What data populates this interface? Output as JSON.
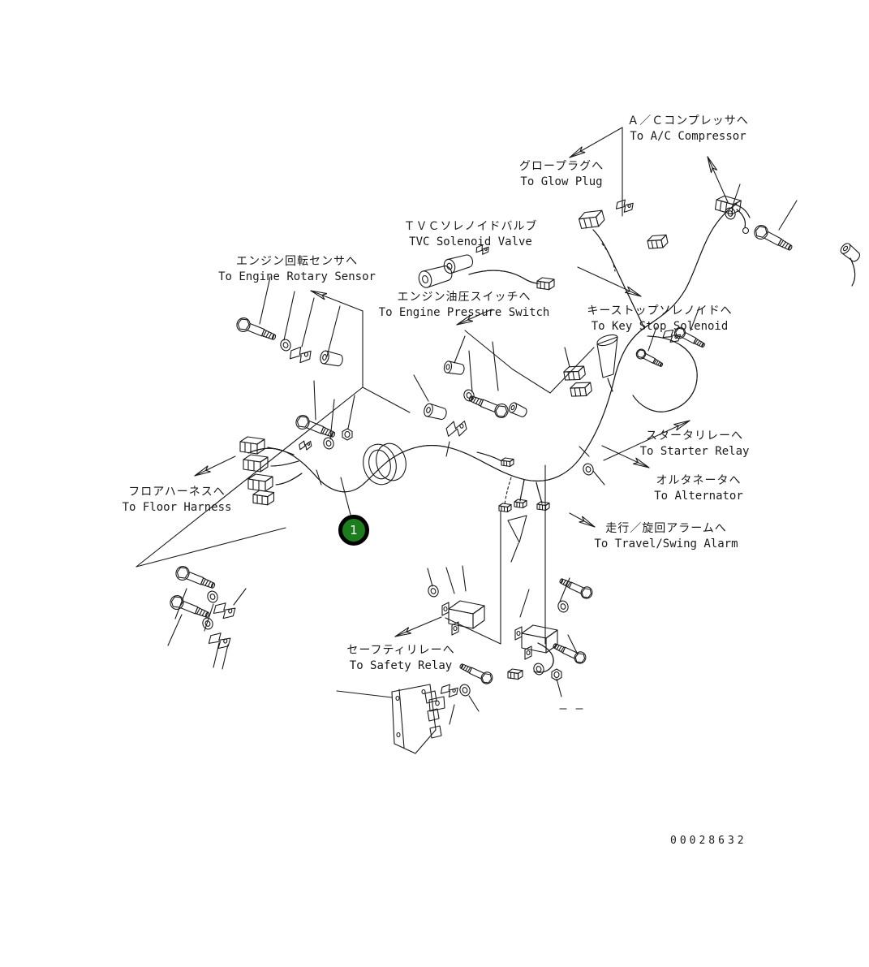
{
  "diagram": {
    "balloon": {
      "number": "1"
    },
    "drawing_number": "00028632",
    "colors": {
      "balloon_fill": "#1c7d1c",
      "balloon_ring": "#000000",
      "balloon_text": "#ffffff",
      "line_color": "#1a1a1a",
      "background": "#ffffff"
    },
    "callouts": [
      {
        "id": "ac-compressor",
        "ja": "Ａ／Ｃコンプレッサへ",
        "en": "To A/C Compressor"
      },
      {
        "id": "glow-plug",
        "ja": "グロープラグへ",
        "en": "To Glow Plug"
      },
      {
        "id": "tvc-solenoid-valve",
        "ja": "ＴＶＣソレノイドバルブ",
        "en": "TVC Solenoid Valve"
      },
      {
        "id": "engine-rotary-sensor",
        "ja": "エンジン回転センサへ",
        "en": "To Engine Rotary Sensor"
      },
      {
        "id": "engine-pressure-switch",
        "ja": "エンジン油圧スイッチへ",
        "en": "To Engine Pressure Switch"
      },
      {
        "id": "key-stop-solenoid",
        "ja": "キーストップソレノイドへ",
        "en": "To Key Stop Solenoid"
      },
      {
        "id": "starter-relay",
        "ja": "スタータリレーへ",
        "en": "To Starter Relay"
      },
      {
        "id": "alternator",
        "ja": "オルタネータへ",
        "en": "To Alternator"
      },
      {
        "id": "floor-harness",
        "ja": "フロアハーネスへ",
        "en": "To Floor Harness"
      },
      {
        "id": "travel-swing-alarm",
        "ja": "走行／旋回アラームへ",
        "en": "To Travel/Swing Alarm"
      },
      {
        "id": "safety-relay",
        "ja": "セーフティリレーへ",
        "en": "To Safety Relay"
      }
    ]
  }
}
